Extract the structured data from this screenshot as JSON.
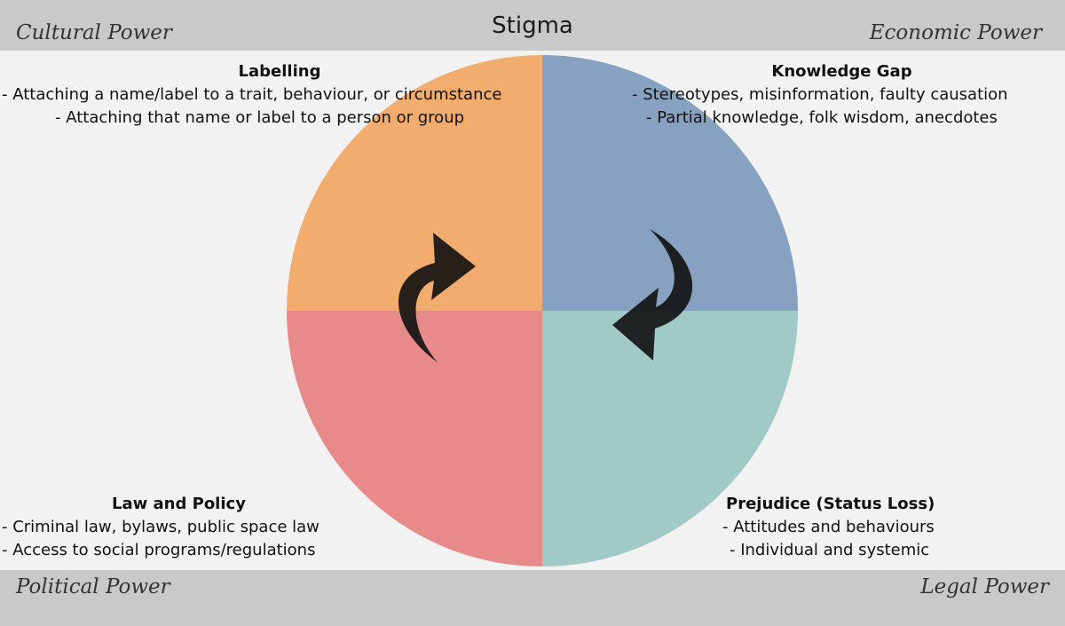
{
  "title": "Stigma",
  "corners": {
    "top_left": "Cultural Power",
    "top_right": "Economic Power",
    "bottom_left": "Political Power",
    "bottom_right": "Legal Power"
  },
  "quadrants": {
    "top_left": {
      "heading": "Labelling",
      "lines": [
        "- Attaching a name/label to a trait, behaviour, or circumstance",
        "- Attaching that name or label to a person or group"
      ],
      "color": "#f2ad6e"
    },
    "top_right": {
      "heading": "Knowledge Gap",
      "lines": [
        "- Stereotypes, misinformation, faulty causation",
        "- Partial knowledge, folk wisdom, anecdotes"
      ],
      "color": "#87a1c1"
    },
    "bottom_left": {
      "heading": "Law and Policy",
      "lines": [
        "- Criminal law, bylaws, public space law",
        "- Access to social programs/regulations"
      ],
      "color": "#e88a8a"
    },
    "bottom_right": {
      "heading": "Prejudice (Status Loss)",
      "lines": [
        "- Attitudes and behaviours",
        "- Individual and systemic"
      ],
      "color": "#a1c9c6"
    }
  },
  "arrows": [
    "curved-arrow-left-icon",
    "curved-arrow-right-icon"
  ],
  "colors": {
    "band": "#c9c9c9",
    "background": "#f2f2f2",
    "arrow": "#111111"
  }
}
